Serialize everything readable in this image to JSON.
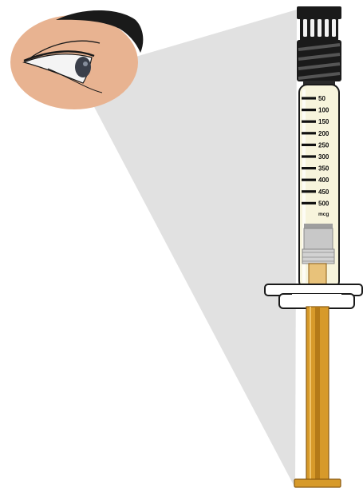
{
  "scale": {
    "values": [
      "50",
      "100",
      "150",
      "200",
      "250",
      "300",
      "350",
      "400",
      "450",
      "500"
    ],
    "unit": "mcg"
  },
  "colors": {
    "skin": "#E8B391",
    "brow": "#1A1A1A",
    "iris": "#3A3F4A",
    "beam": "#D9D9D9",
    "cap": "#1A1A1A",
    "barrel_fill": "#F7F4DC",
    "stopper": "#BFBFBF",
    "rod": "#D79A2A",
    "rod_dark": "#8A5A10"
  },
  "icons": [
    "eye-icon",
    "syringe-icon"
  ]
}
